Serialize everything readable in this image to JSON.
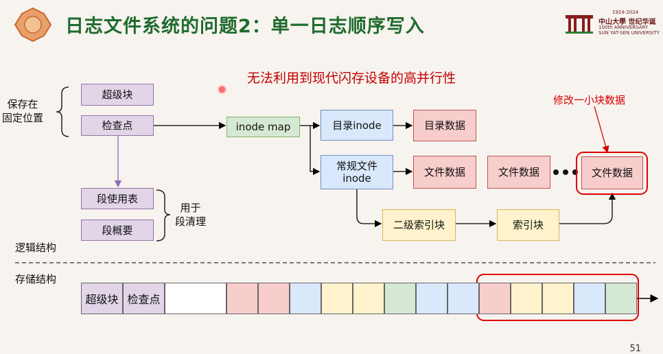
{
  "header": {
    "title": "日志文件系统的问题2：单一日志顺序写入",
    "logo_years": "1924-2024",
    "logo_cn": "中山大學 世纪华诞",
    "logo_en1": "100th ANNIVERSARY",
    "logo_en2": "SUN YAT-SEN UNIVERSITY"
  },
  "subtitle": "无法利用到现代闪存设备的高并行性",
  "annotation": "修改一小块数据",
  "left_labels": {
    "fixed": "保存在\n固定位置",
    "cleaning": "用于\n段清理",
    "logical": "逻辑结构",
    "storage": "存储结构"
  },
  "boxes": {
    "superblock": "超级块",
    "checkpoint": "检查点",
    "seg_usage": "段使用表",
    "seg_summary": "段概要",
    "inode_map": "inode map",
    "dir_inode": "目录inode",
    "dir_data": "目录数据",
    "reg_inode": "常规文件\ninode",
    "file_data1": "文件数据",
    "file_data2": "文件数据",
    "file_data3": "文件数据",
    "l2_index": "二级索引块",
    "index": "索引块"
  },
  "strip": {
    "superblock": "超级块",
    "checkpoint": "检查点",
    "cells": [
      "white",
      "red",
      "red",
      "blue",
      "yellow",
      "yellow",
      "green",
      "blue",
      "blue",
      "red",
      "yellow",
      "yellow",
      "blue",
      "green"
    ]
  },
  "colors": {
    "title": "#1f6b2e",
    "highlight": "#d40000",
    "purple": "#e1d5e7",
    "green": "#d5e8d4",
    "blue": "#dae8fc",
    "red": "#f8cecc",
    "yellow": "#fff2cc"
  },
  "page_number": "51"
}
